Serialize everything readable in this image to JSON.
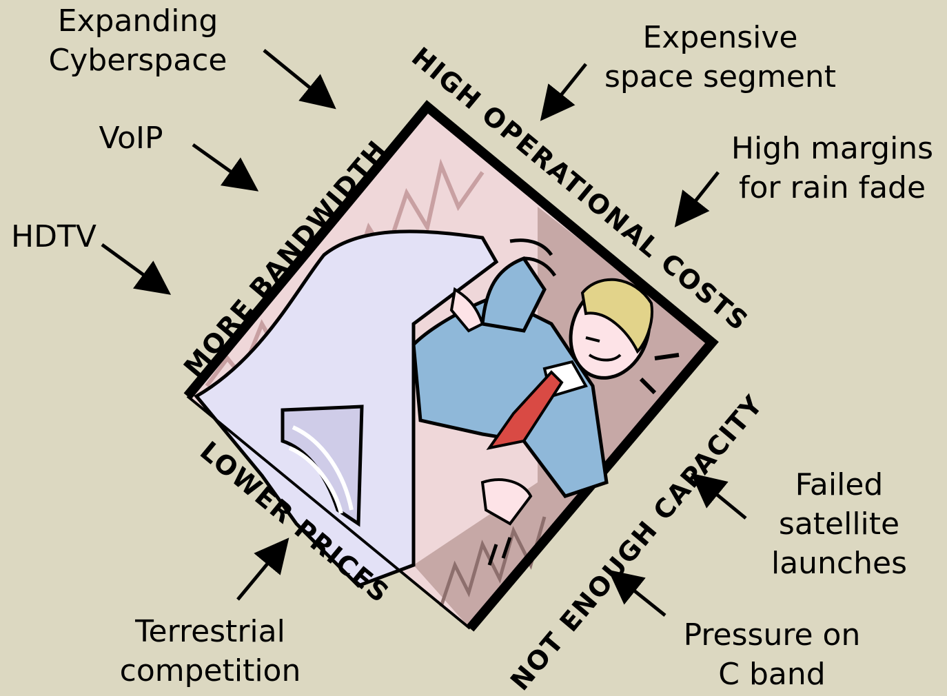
{
  "sides": {
    "top_left": "MORE BANDWIDTH",
    "top_right": "HIGH OPERATIONAL COSTS",
    "bottom_left": "LOWER PRICES",
    "bottom_right": "NOT ENOUGH CAPACITY"
  },
  "labels": {
    "expanding": [
      "Expanding",
      "Cyberspace"
    ],
    "voip": "VoIP",
    "hdtv": "HDTV",
    "expensive": [
      "Expensive",
      "space segment"
    ],
    "margins": [
      "High margins",
      "for rain fade"
    ],
    "failed": [
      "Failed",
      "satellite",
      "launches"
    ],
    "pressure": [
      "Pressure on",
      "C band"
    ],
    "terrestrial": [
      "Terrestrial",
      "competition"
    ]
  },
  "colors": {
    "background": "#dcd8c1",
    "panel_pink": "#f4d6d8",
    "panel_mauve": "#c9aaa8",
    "wall": "#e4e2f6",
    "suit": "#8fb8d9",
    "tie": "#d94a44",
    "hair": "#e2d38a"
  }
}
